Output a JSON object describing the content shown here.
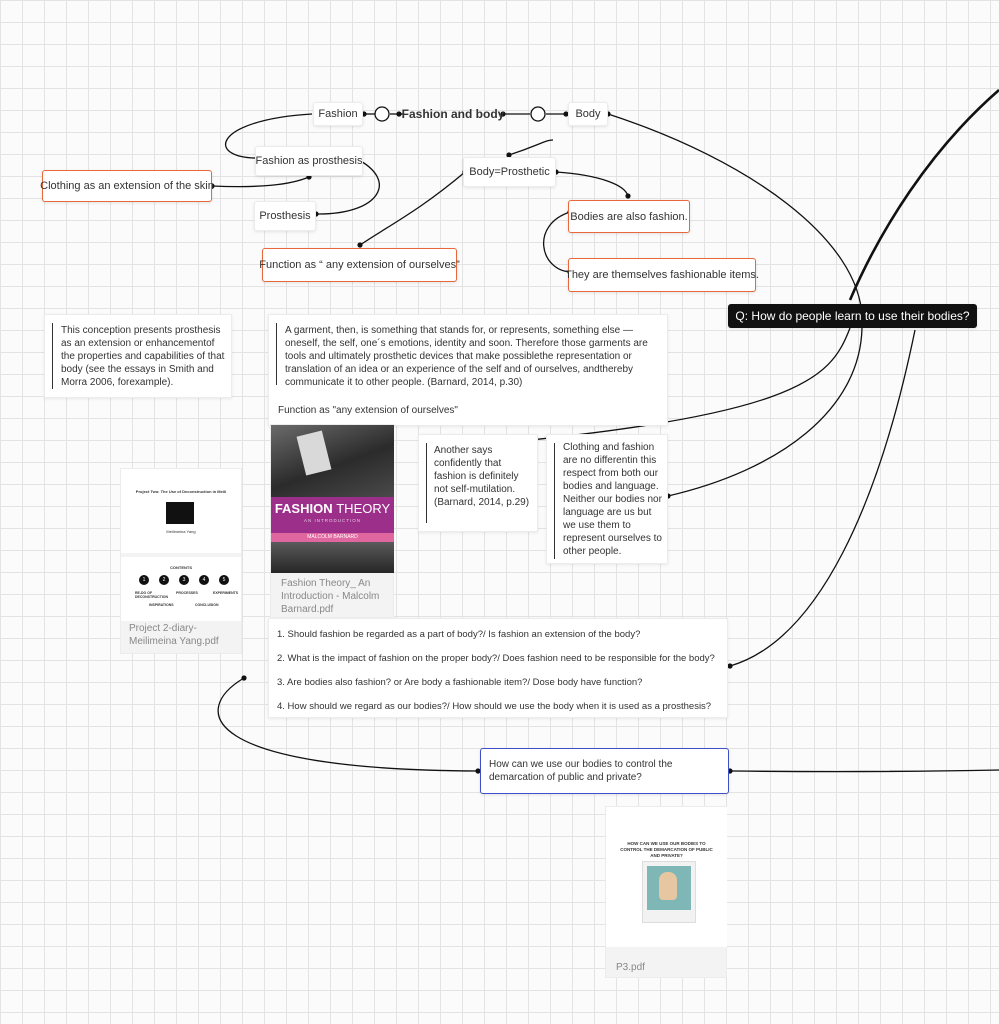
{
  "nodes": {
    "fashion": "Fashion",
    "fashion_and_body": "Fashion and body",
    "body": "Body",
    "fashion_as_prosthesis": "Fashion as prosthesis",
    "clothing_extension": "Clothing as an extension of the skin",
    "prosthesis": "Prosthesis",
    "body_prosthetic": "Body=Prosthetic",
    "bodies_fashion": "Bodies are also fashion.",
    "fashionable_items": "They are themselves fashionable items.",
    "function_extension": "Function as “ any extension of ourselves”",
    "question_main": "Q: How do people learn to use their bodies?",
    "demarcation_question": "How can we use our bodies to control the demarcation of public and private?"
  },
  "notes": {
    "conception": "This conception presents prosthesis as an extension or enhancementof the properties and capabilities of that body (see the essays in Smith and Morra 2006, forexample).",
    "garment_quote": "A garment, then, is something that stands for, or represents, something else — oneself, the self, one´s emotions, identity and soon. Therefore those garments are tools and ultimately prosthetic devices that make possiblethe representation or translation of an idea or an experience of the self and of ourselves, andthereby communicate it to other people. (Barnard, 2014, p.30)",
    "garment_function": "Function as \"any extension of ourselves\"",
    "another_says": "Another says confidently that fashion is definitely not self-mutilation. (Barnard, 2014, p.29)",
    "clothing_language": "Clothing and fashion are no differentin this respect from both our bodies and language. Neither our bodies nor language are us but we use them to represent ourselves to other people."
  },
  "questions": [
    "1.  Should fashion be regarded as a part of body?/ Is fashion an extension of the body?",
    "2.  What is the impact of fashion on the proper body?/ Does fashion need to be responsible for the body?",
    "3.  Are bodies also fashion? or  Are body a fashionable item?/ Dose body have function?",
    "4.  How should we regard as our bodies?/ How should we use the body when it is used as a prosthesis?"
  ],
  "files": {
    "book": {
      "cover_title_1": "FASHION",
      "cover_title_2": "THEORY",
      "cover_subtitle": "AN INTRODUCTION",
      "cover_author": "MALCOLM BARNARD",
      "caption": "Fashion Theory_ An Introduction - Malcolm Barnard.pdf"
    },
    "project2": {
      "caption": "Project 2-diary-Meilimeina Yang.pdf",
      "thumb_title": "Project Two: The Use of Deconstruction in Meili",
      "thumb_sub": "Meilimeina Yang",
      "thumb_contents": "CONTENTS",
      "thumb_labels": [
        "RE-DO OF DECONSTRUCTION",
        "PROCESSES",
        "EXPERIMENTS",
        "INSPIRATIONS",
        "CONCLUSION"
      ],
      "steps": [
        "1",
        "2",
        "3",
        "4",
        "5"
      ]
    },
    "p3": {
      "caption": "P3.pdf",
      "thumb_title": "HOW CAN WE USE OUR BODIES TO CONTROL THE DEMARCATION OF PUBLIC AND PRIVATE?"
    }
  },
  "colors": {
    "orange_border": "#e8683a",
    "blue_border": "#3d4fc9",
    "dark_node": "#111111",
    "book_purple": "#9b2f8a"
  }
}
